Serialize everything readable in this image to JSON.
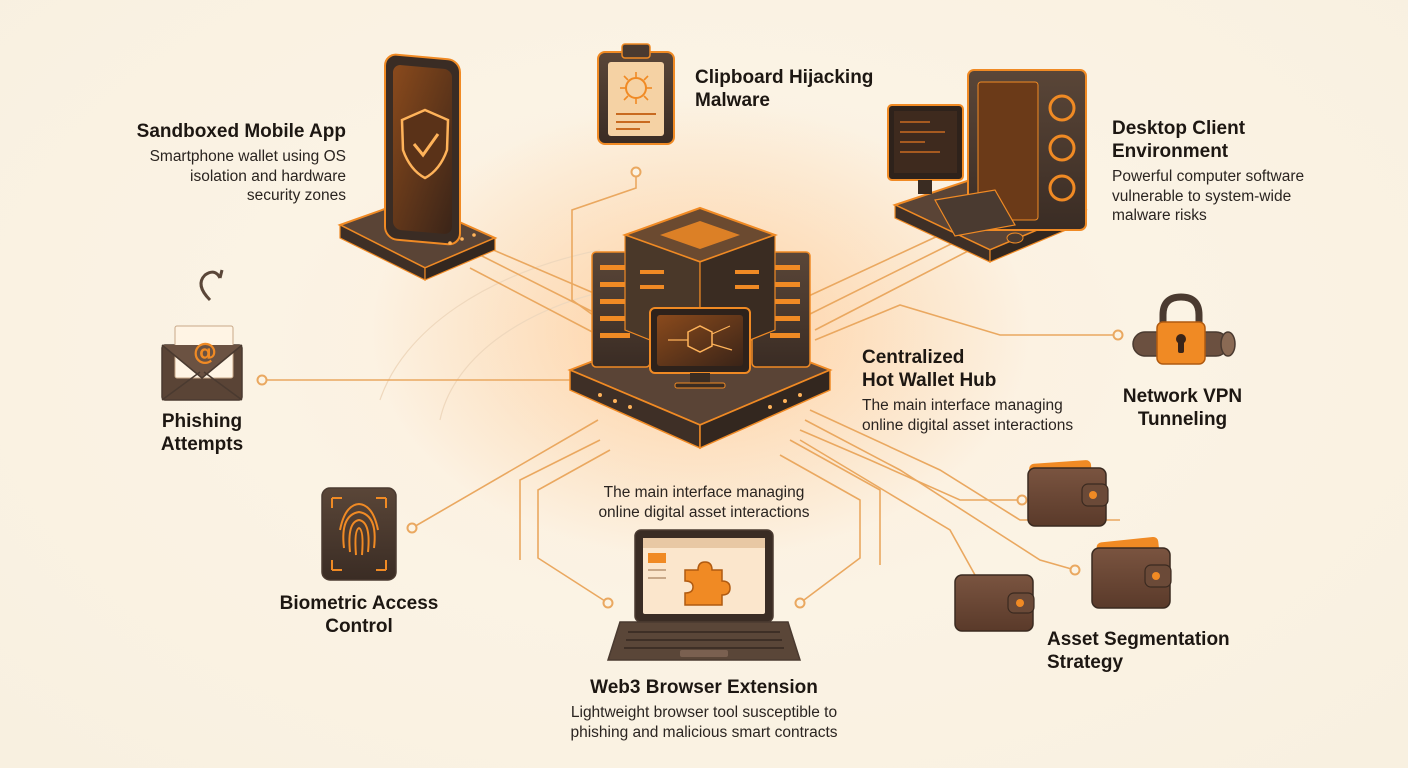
{
  "hub": {
    "title_line1": "Centralized",
    "title_line2": "Hot Wallet Hub",
    "desc_line1": "The main interface managing",
    "desc_line2": "online digital asset interactions"
  },
  "mobile": {
    "title": "Sandboxed Mobile App",
    "desc_line1": "Smartphone wallet using OS",
    "desc_line2": "isolation and hardware",
    "desc_line3": "security zones"
  },
  "clipboard": {
    "title_line1": "Clipboard Hijacking",
    "title_line2": "Malware"
  },
  "desktop": {
    "title_line1": "Desktop Client",
    "title_line2": "Environment",
    "desc_line1": "Powerful computer software",
    "desc_line2": "vulnerable to system-wide",
    "desc_line3": "malware risks"
  },
  "phishing": {
    "title_line1": "Phishing",
    "title_line2": "Attempts",
    "icon_char": "@"
  },
  "vpn": {
    "title_line1": "Network VPN",
    "title_line2": "Tunneling"
  },
  "biometric": {
    "title_line1": "Biometric Access",
    "title_line2": "Control"
  },
  "center_note": {
    "line1": "The main interface managing",
    "line2": "online digital asset interactions"
  },
  "web3": {
    "title": "Web3 Browser Extension",
    "desc_line1": "Lightweight browser tool susceptible to",
    "desc_line2": "phishing and malicious smart contracts"
  },
  "segmentation": {
    "title_line1": "Asset Segmentation",
    "title_line2": "Strategy"
  },
  "colors": {
    "accent": "#f08a24",
    "accent_light": "#ffb35a",
    "dark": "#4a3a30",
    "line": "#eaa860",
    "background": "#fbf3e4"
  }
}
